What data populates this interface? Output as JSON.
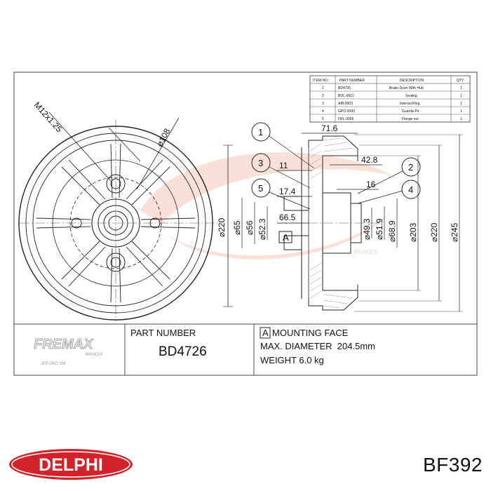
{
  "parts_table": {
    "headers": [
      "ITEM NO.",
      "PART NUMBER",
      "DESCRIPTION",
      "QTY."
    ],
    "rows": [
      [
        "1",
        "BD4726",
        "Brake Drum With Hub",
        "1"
      ],
      [
        "2",
        "BOL-0612",
        "Sealing",
        "1"
      ],
      [
        "3",
        "AIB-0003",
        "Internal Ring",
        "1"
      ],
      [
        "4",
        "GPO-0003",
        "Guarda-Pó",
        "1"
      ],
      [
        "5",
        "FRL-0005",
        "Flange nut",
        "1"
      ]
    ]
  },
  "front_view": {
    "thread_label": "M12x1.25",
    "bolt_circle": "⌀108",
    "outer_diameter": "⌀220"
  },
  "section_view": {
    "dimensions": {
      "d71_6": "71.6",
      "d42_8": "42.8",
      "d11": "11",
      "d17_4": "17.4",
      "d16": "16",
      "d66_5": "66.5",
      "phi65": "⌀65",
      "phi56": "⌀56",
      "phi52_3": "⌀52.3",
      "phi49_3": "⌀49.3",
      "phi51_9": "⌀51.9",
      "phi68_9": "⌀68.9",
      "phi203": "⌀203",
      "phi220": "⌀220",
      "phi245": "⌀245"
    },
    "callouts": [
      "1",
      "2",
      "3",
      "4",
      "5"
    ],
    "mounting_marker": "A"
  },
  "title_block": {
    "logo_text": "FREMAX",
    "logo_sub": "BRAKES",
    "logo_tagline": "JOFURO SM",
    "part_number_heading": "PART NUMBER",
    "part_number": "BD4726",
    "mounting_marker": "A",
    "mounting_face": "MOUNTING FACE",
    "max_diameter": "MAX. DIAMETER  204.5mm",
    "weight": "WEIGHT 6.0 kg"
  },
  "brand": {
    "name": "DELPHI",
    "color": "#d2232a",
    "code": "BF392"
  },
  "watermark": {
    "text": "BRAKES",
    "color": "#f6c8b6"
  }
}
